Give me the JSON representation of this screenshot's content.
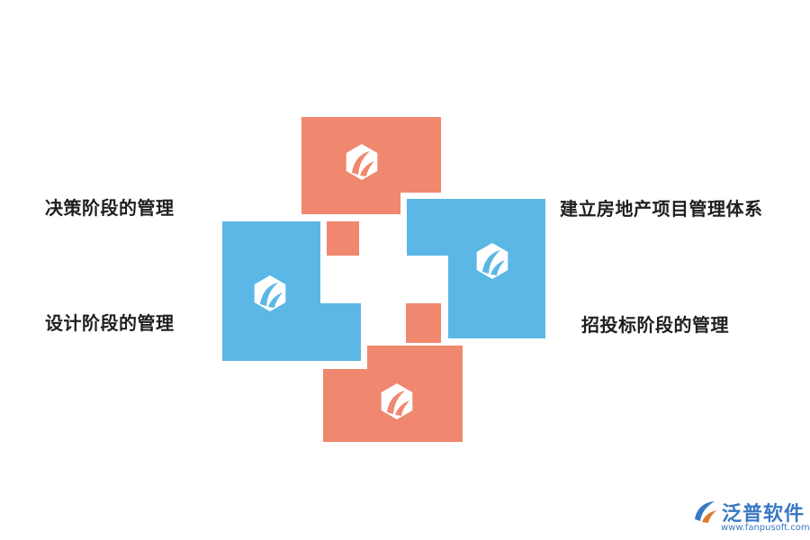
{
  "labels": {
    "top_left": "决策阶段的管理",
    "bottom_left": "设计阶段的管理",
    "top_right": "建立房地产项目管理体系",
    "bottom_right": "招投标阶段的管理"
  },
  "colors": {
    "salmon": "#F0876F",
    "blue": "#5BB8E6",
    "label_text": "#1f1f1f",
    "watermark": "#3a78c3"
  },
  "icons": {
    "block_icon": "hexagon-leaf-icon"
  },
  "watermark": {
    "brand": "泛普软件",
    "url": "www.fanpusoft.com"
  }
}
